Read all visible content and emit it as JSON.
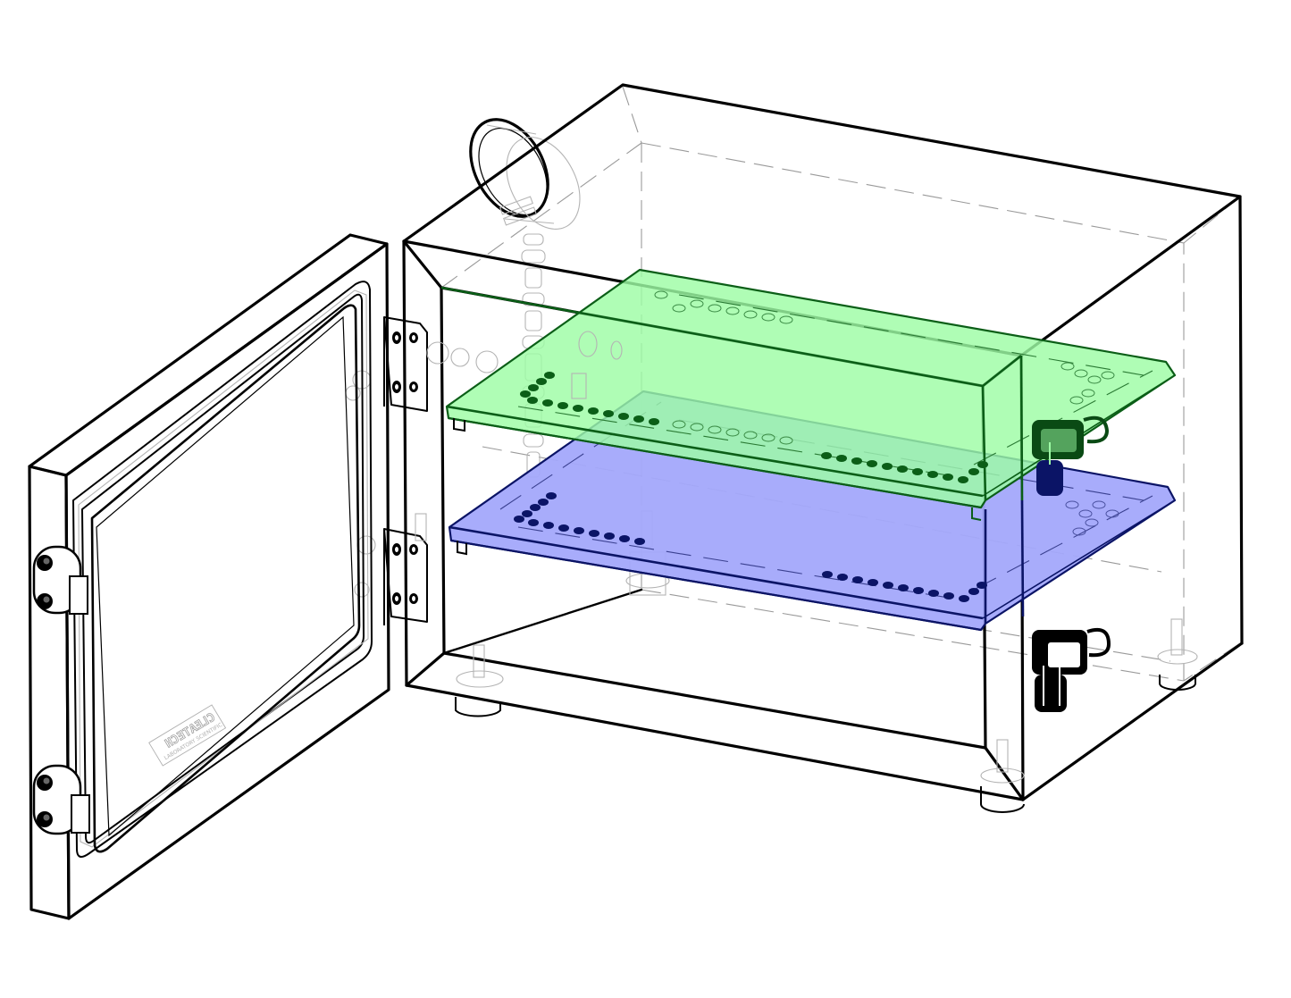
{
  "figure": {
    "title": "",
    "description": "Isometric line drawing of a transparent vacuum/desiccator cabinet with open hinged door and two highlighted shelves",
    "colors": {
      "outline": "#000000",
      "hidden_line": "#9a9a9a",
      "upper_shelf_fill": "#9dfca5",
      "upper_shelf_edge": "#0b5e17",
      "lower_shelf_fill": "#a3a8fb",
      "lower_shelf_edge": "#0b1466",
      "overlap_fill": "#62d6a0",
      "background": "#ffffff"
    },
    "door": {
      "logo_text": "CLEATECH",
      "logo_subtext": "LABORATORY SCIENTIFIC",
      "hinges": 2
    },
    "cabinet": {
      "gauge": "vacuum-gauge",
      "latches": 2,
      "feet": 4
    },
    "shelves": [
      {
        "label": "upper-shelf",
        "color": "#9dfca5"
      },
      {
        "label": "lower-shelf",
        "color": "#a3a8fb"
      }
    ]
  }
}
